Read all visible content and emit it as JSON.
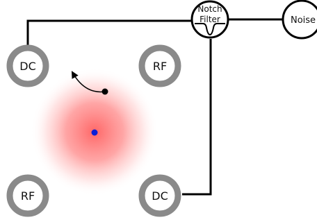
{
  "electrodes": [
    {
      "id": "top-left",
      "label": "DC"
    },
    {
      "id": "top-right",
      "label": "RF"
    },
    {
      "id": "bottom-left",
      "label": "RF"
    },
    {
      "id": "bottom-right",
      "label": "DC"
    }
  ],
  "notch_filter": {
    "label_line1": "Notch",
    "label_line2": "Filter"
  },
  "noise_source": {
    "label": "Noise"
  },
  "colors": {
    "wire": "#000000",
    "electrode_ring": "#8a8a8a",
    "ion": "#0a1fd6",
    "trap_glow": "#ff4d4d",
    "perturbation_dot": "#000000"
  }
}
